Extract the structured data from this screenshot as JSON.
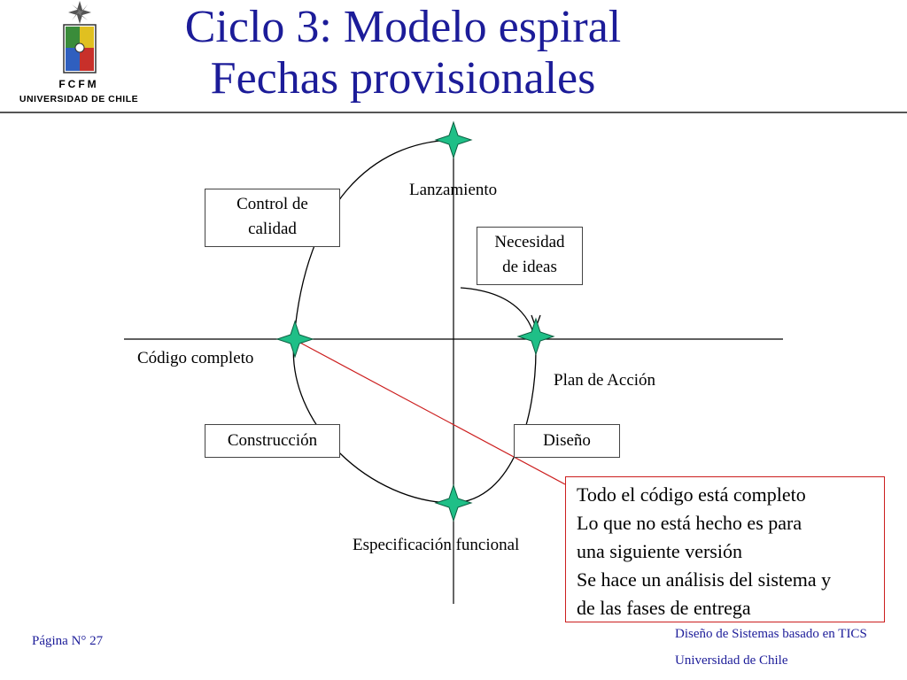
{
  "header": {
    "logo_text": "FCFM",
    "logo_subtext": "UNIVERSIDAD DE CHILE",
    "title_line1": "Ciclo 3: Modelo espiral",
    "title_line2": "Fechas provisionales"
  },
  "diagram": {
    "milestones": {
      "top": "Lanzamiento",
      "right": "Plan de Acción",
      "bottom": "Especificación funcional",
      "left": "Código completo"
    },
    "boxes": {
      "quality": [
        "Control de",
        "calidad"
      ],
      "needs": [
        "Necesidad",
        "de ideas"
      ],
      "construction": "Construcción",
      "design": "Diseño"
    },
    "note_lines": [
      "Todo el código está completo",
      "Lo que no está hecho es para",
      "una siguiente versión",
      "Se hace un análisis del sistema y",
      "de las fases de entrega"
    ],
    "colors": {
      "star": "#1fbf87",
      "note_border": "#cc1e1e",
      "title": "#1c1c99"
    }
  },
  "footer": {
    "page": "Página N° 27",
    "course": "Diseño de Sistemas basado en TICS",
    "university": "Universidad de Chile"
  }
}
